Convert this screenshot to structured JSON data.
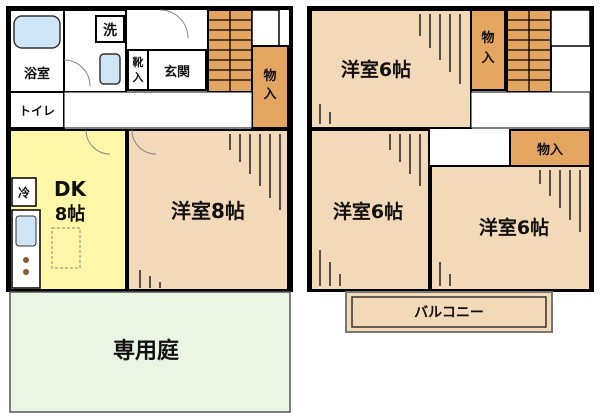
{
  "floor1": {
    "rooms": {
      "bath": "浴室",
      "washer": "洗",
      "shoe": "靴入",
      "entrance": "玄関",
      "storage": "物入",
      "toilet": "トイレ",
      "dk": "DK",
      "dk_size": "8帖",
      "fridge": "冷",
      "western8": "洋室8帖",
      "garden": "専用庭"
    }
  },
  "floor2": {
    "rooms": {
      "western6_top": "洋室6帖",
      "storage_top": "物入",
      "storage_right": "物入",
      "western6_left": "洋室6帖",
      "western6_right": "洋室6帖",
      "balcony": "バルコニー"
    }
  },
  "colors": {
    "wall": "#000000",
    "floor_wood": "#f2d9b8",
    "dk_floor": "#fff7a8",
    "storage": "#e3a560",
    "wet_area": "#ffffff",
    "garden": "#eaf5e4",
    "fixture_blue": "#cfe6f7"
  }
}
